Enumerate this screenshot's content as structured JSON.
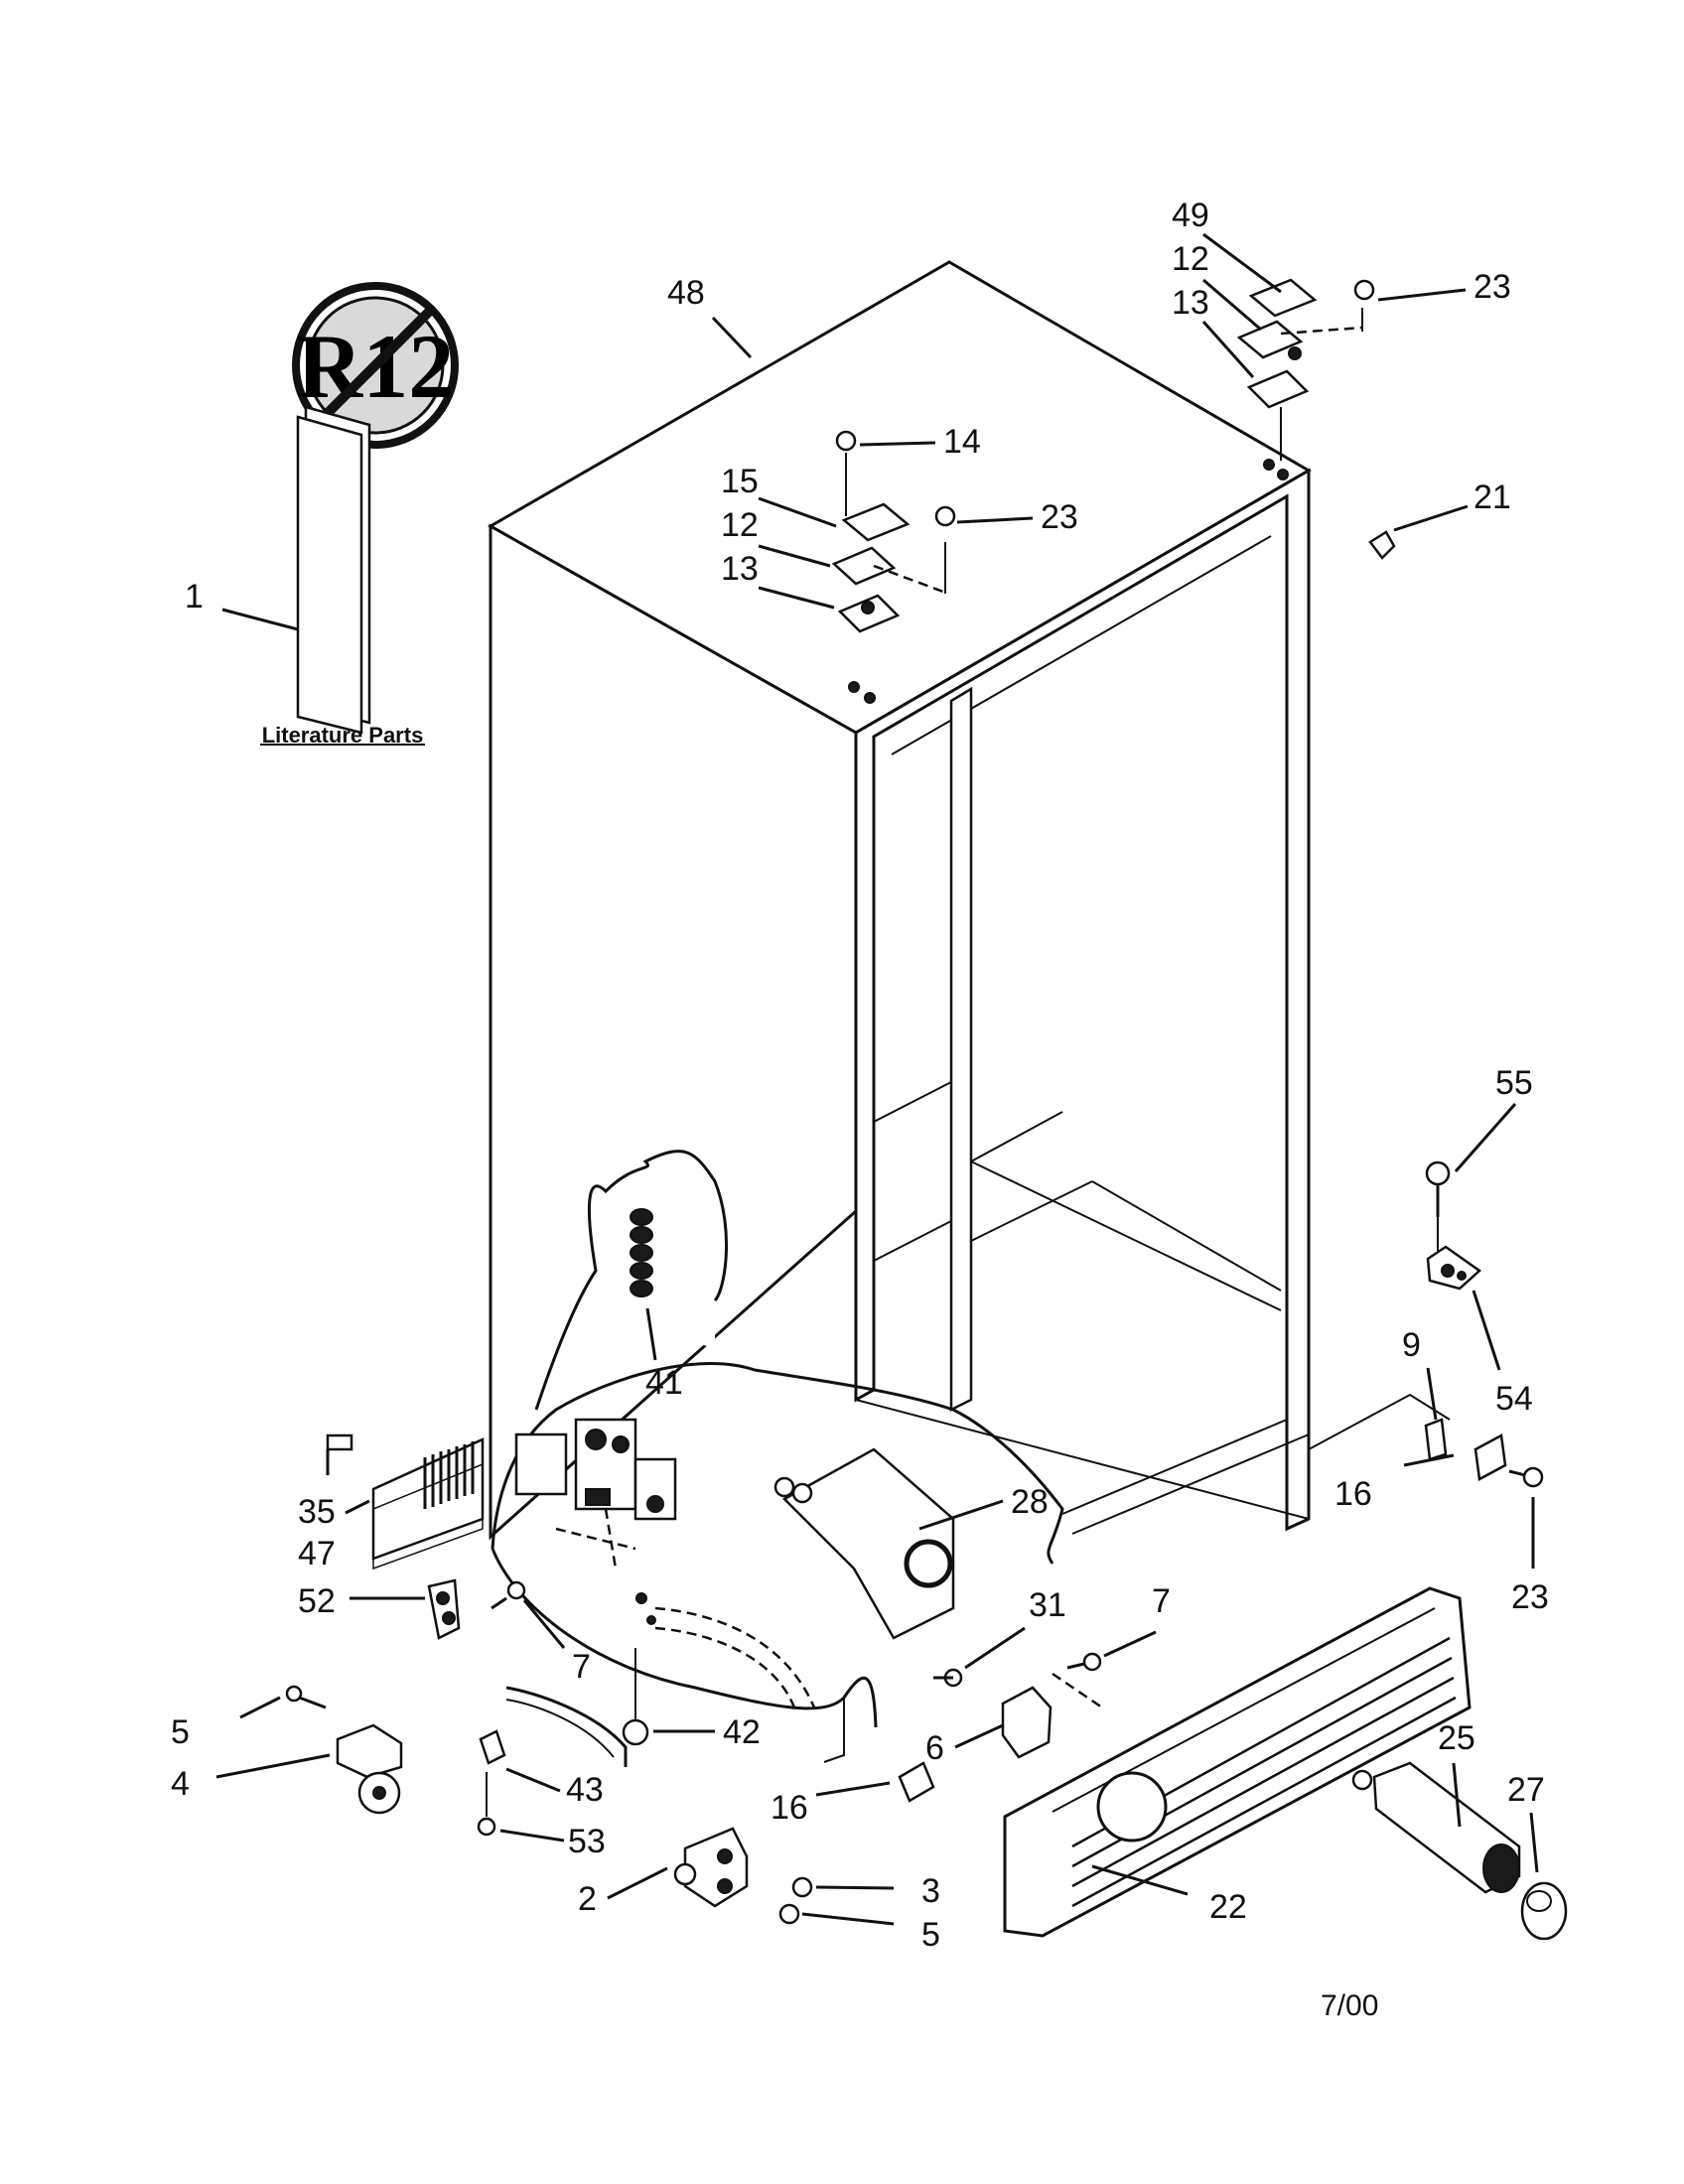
{
  "literature_label": "Literature Parts",
  "date_code": "7/00",
  "r12_badge": "R12",
  "parts": [
    {
      "id": "49",
      "text": "49"
    },
    {
      "id": "12a",
      "text": "12"
    },
    {
      "id": "13a",
      "text": "13"
    },
    {
      "id": "23a",
      "text": "23"
    },
    {
      "id": "48",
      "text": "48"
    },
    {
      "id": "14",
      "text": "14"
    },
    {
      "id": "15",
      "text": "15"
    },
    {
      "id": "23b",
      "text": "23"
    },
    {
      "id": "12b",
      "text": "12"
    },
    {
      "id": "13b",
      "text": "13"
    },
    {
      "id": "21",
      "text": "21"
    },
    {
      "id": "1",
      "text": "1"
    },
    {
      "id": "55",
      "text": "55"
    },
    {
      "id": "41",
      "text": "41"
    },
    {
      "id": "9",
      "text": "9"
    },
    {
      "id": "54",
      "text": "54"
    },
    {
      "id": "35",
      "text": "35"
    },
    {
      "id": "47",
      "text": "47"
    },
    {
      "id": "28",
      "text": "28"
    },
    {
      "id": "16a",
      "text": "16"
    },
    {
      "id": "23c",
      "text": "23"
    },
    {
      "id": "52",
      "text": "52"
    },
    {
      "id": "31",
      "text": "31"
    },
    {
      "id": "7a",
      "text": "7"
    },
    {
      "id": "7b",
      "text": "7"
    },
    {
      "id": "5a",
      "text": "5"
    },
    {
      "id": "42",
      "text": "42"
    },
    {
      "id": "6",
      "text": "6"
    },
    {
      "id": "25",
      "text": "25"
    },
    {
      "id": "4",
      "text": "4"
    },
    {
      "id": "43",
      "text": "43"
    },
    {
      "id": "27",
      "text": "27"
    },
    {
      "id": "16b",
      "text": "16"
    },
    {
      "id": "53",
      "text": "53"
    },
    {
      "id": "3",
      "text": "3"
    },
    {
      "id": "2",
      "text": "2"
    },
    {
      "id": "5b",
      "text": "5"
    },
    {
      "id": "22",
      "text": "22"
    }
  ]
}
